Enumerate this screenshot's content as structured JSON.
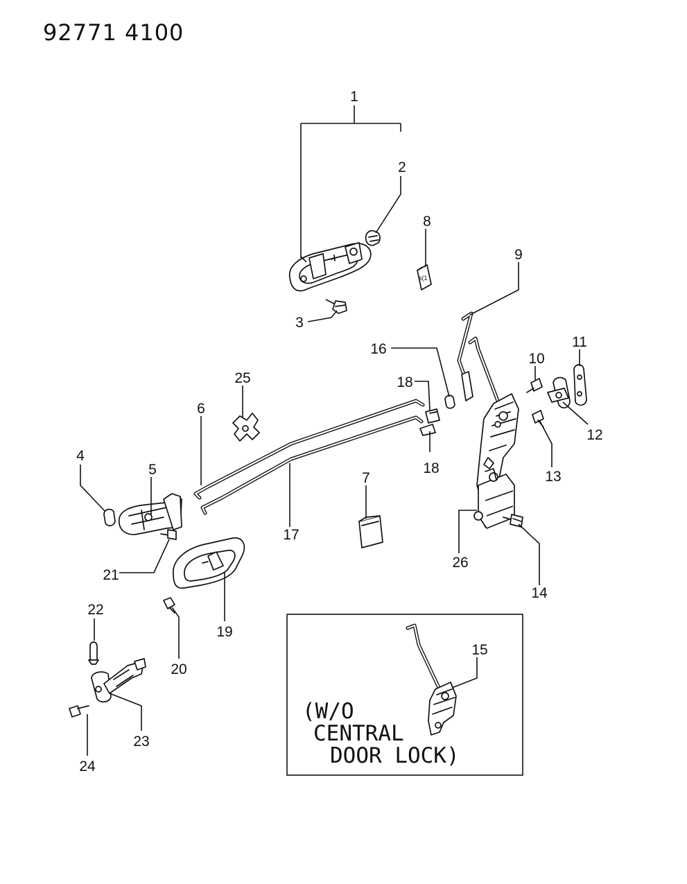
{
  "diagram_code": "92771 4100",
  "callouts": [
    "1",
    "2",
    "3",
    "4",
    "5",
    "6",
    "7",
    "8",
    "9",
    "10",
    "11",
    "12",
    "13",
    "14",
    "15",
    "16",
    "17",
    "18",
    "18",
    "19",
    "20",
    "21",
    "22",
    "23",
    "24",
    "25",
    "26"
  ],
  "inset": {
    "lines": [
      "(W/O",
      "CENTRAL",
      "DOOR LOCK)"
    ]
  },
  "colors": {
    "ink": "#111111",
    "background": "#ffffff"
  }
}
